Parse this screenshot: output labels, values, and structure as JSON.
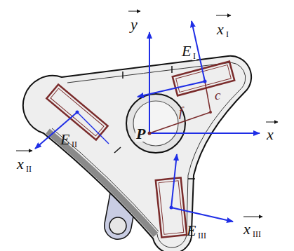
{
  "diagram": {
    "labels": [
      "y",
      "x",
      "I",
      "E",
      "I",
      "x",
      "II",
      "E",
      "II",
      "P",
      "f",
      "c",
      "x",
      "E",
      "III",
      "x",
      "III"
    ]
  }
}
